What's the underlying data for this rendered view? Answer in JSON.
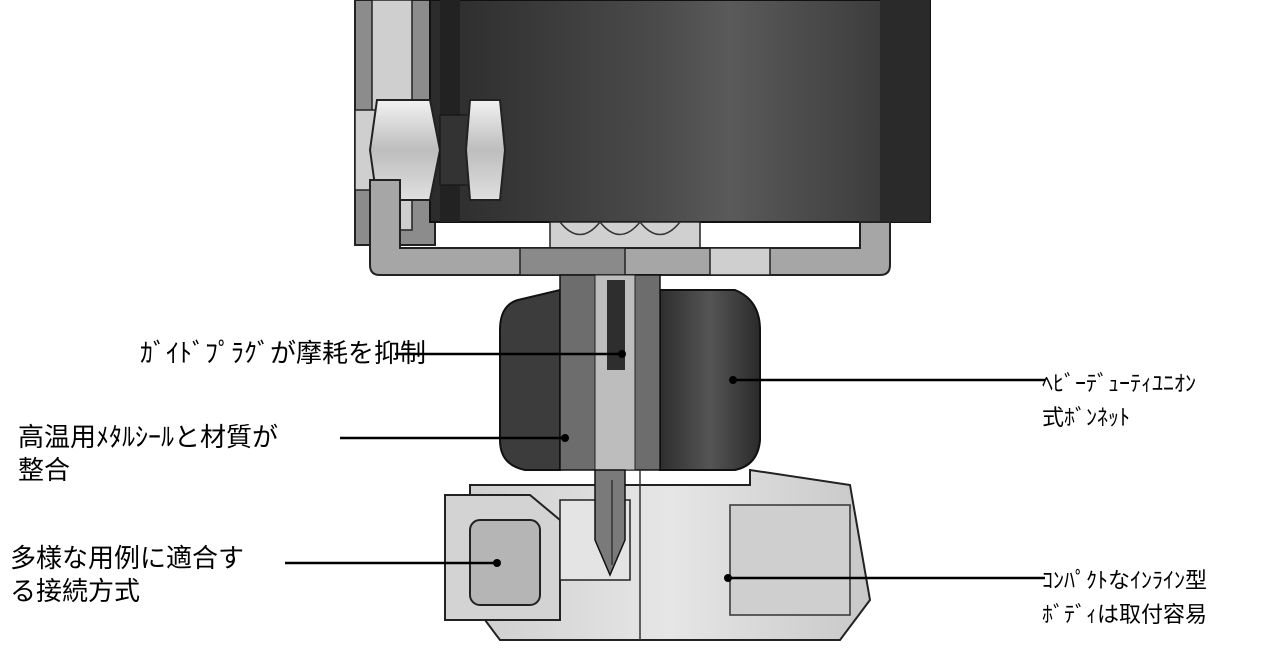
{
  "callouts": {
    "guide_plug": {
      "lines": [
        "ｶﾞｲﾄﾞﾌﾟﾗｸﾞが摩耗を抑制"
      ]
    },
    "metal_seal": {
      "lines": [
        "高温用ﾒﾀﾙｼｰﾙと材質が",
        "整合"
      ]
    },
    "end_connections": {
      "lines": [
        "多様な用例に適合す",
        "る接続方式"
      ]
    },
    "bonnet": {
      "lines": [
        "ﾍﾋﾞｰﾃﾞｭｰﾃｨﾕﾆｵﾝ",
        "式ﾎﾞﾝﾈｯﾄ"
      ]
    },
    "body": {
      "lines": [
        "ｺﾝﾊﾟｸﾄなｲﾝﾗｲﾝ型",
        "ﾎﾞﾃﾞｨは取付容易"
      ]
    }
  },
  "colors": {
    "actuator": "#3a3a3a",
    "bracket": "#a6a6a6",
    "bonnet_nut": "#4a4a4a",
    "body": "#d9d9d9",
    "leader": "#000000"
  }
}
